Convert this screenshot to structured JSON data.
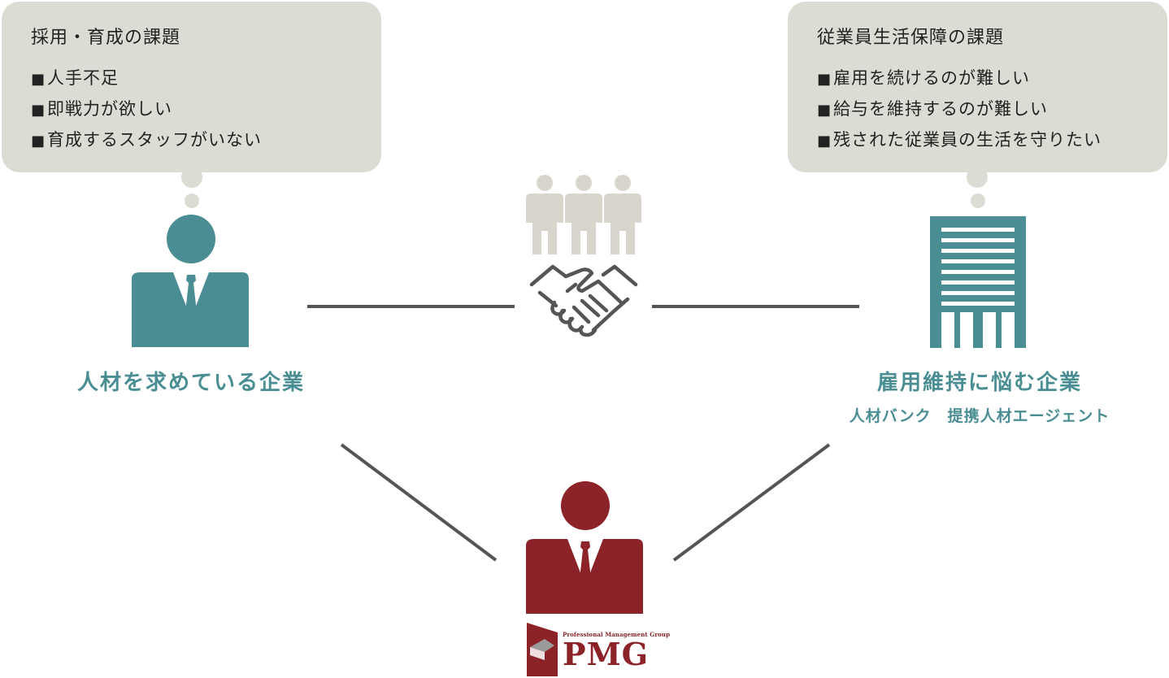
{
  "left_bubble": {
    "title": "採用・育成の課題",
    "items": [
      "人手不足",
      "即戦力が欲しい",
      "育成するスタッフがいない"
    ]
  },
  "right_bubble": {
    "title": "従業員生活保障の課題",
    "items": [
      "雇用を続けるのが難しい",
      "給与を維持するのが難しい",
      "残された従業員の生活を守りたい"
    ]
  },
  "left_party": {
    "label": "人材を求めている企業"
  },
  "right_party": {
    "label": "雇用維持に悩む企業",
    "sublabel": "人材バンク　提携人材エージェント"
  },
  "logo": {
    "tagline": "Professional Management Group",
    "name": "PMG"
  },
  "icons": {
    "left": "businessperson-icon",
    "center_group": "people-group-icon",
    "center": "handshake-icon",
    "right": "office-building-icon",
    "bottom": "pmg-person-icon"
  },
  "colors": {
    "teal": "#4a8e94",
    "crimson": "#8b2328",
    "bubble": "#dcdcd4",
    "connector": "#555555",
    "people": "#d8d6cc"
  }
}
